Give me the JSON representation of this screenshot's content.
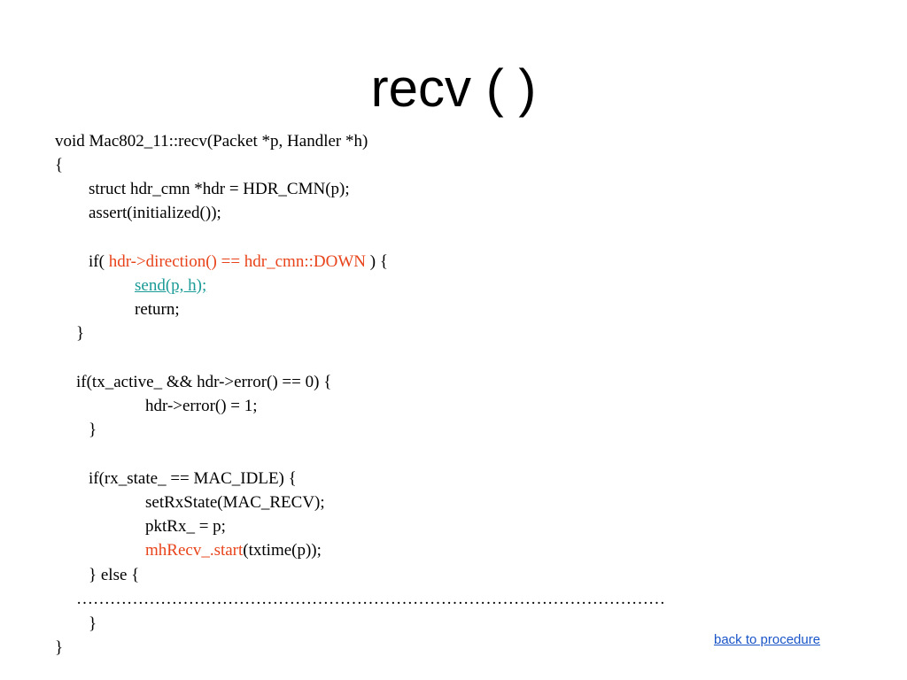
{
  "slide": {
    "title": "recv ( )"
  },
  "code": {
    "l01": "void Mac802_11::recv(Packet *p, Handler *h)",
    "l02": "{",
    "l03": "struct hdr_cmn *hdr = HDR_CMN(p);",
    "l04": "assert(initialized());",
    "l05_pre": "if( ",
    "l05_hl": "hdr->direction() == hdr_cmn::DOWN",
    "l05_post": " ) {",
    "l06_link": "send(p, h);",
    "l07": "return;",
    "l08": "}",
    "l09": "if(tx_active_ && hdr->error() == 0) {",
    "l10": "hdr->error() = 1;",
    "l11": "}",
    "l12": "if(rx_state_ == MAC_IDLE) {",
    "l13": "setRxState(MAC_RECV);",
    "l14": "pktRx_ = p;",
    "l15_hl": "mhRecv_.start",
    "l15_post": "(txtime(p));",
    "l16": "} else {",
    "l17": "……………………………………………………………………………………………",
    "l18": "}",
    "l19": "}"
  },
  "nav": {
    "back_label": "back to procedure"
  },
  "colors": {
    "highlight": "#e8431a",
    "code_link": "#1a9a96",
    "nav_link": "#1a55c8"
  }
}
